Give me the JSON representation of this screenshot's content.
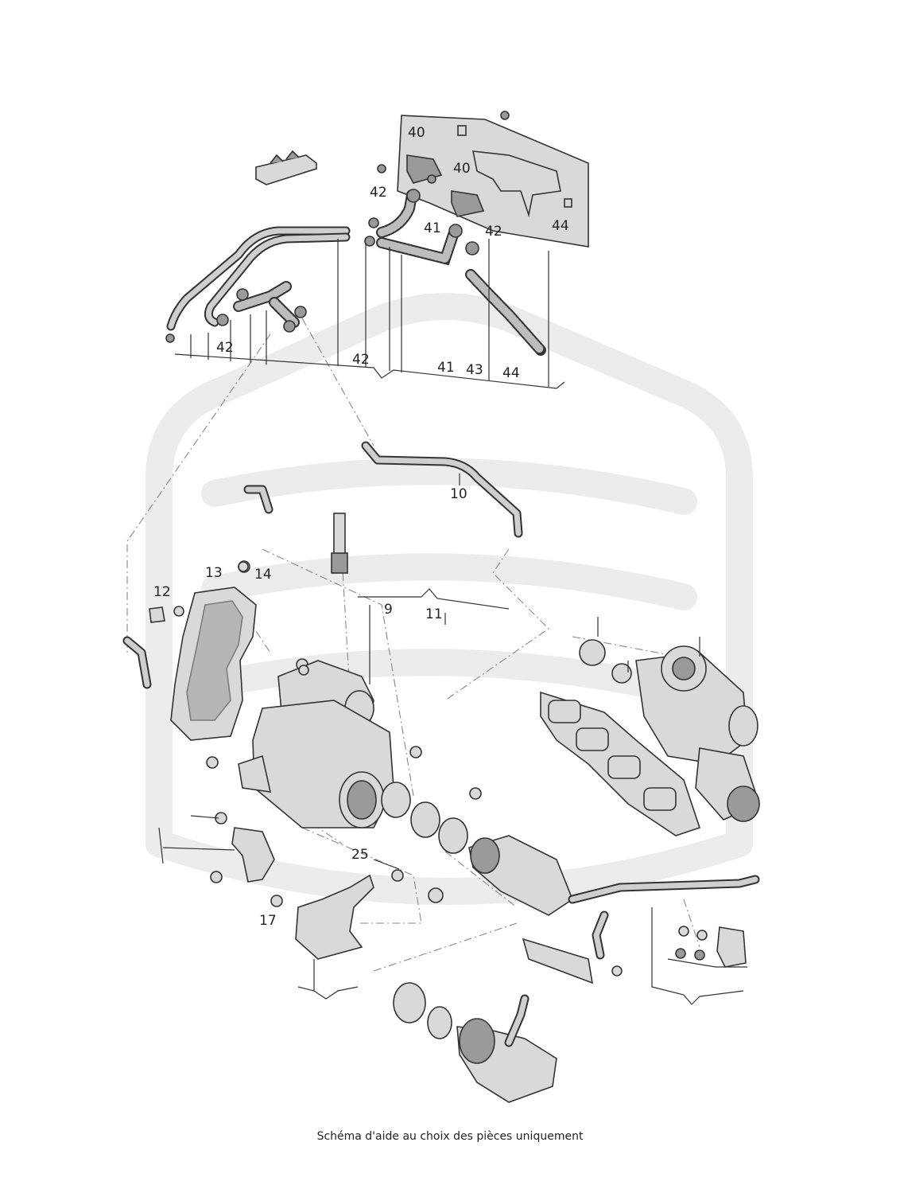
{
  "caption": "Schéma d'aide au choix des pièces uniquement",
  "labels": [
    {
      "id": "40a",
      "text": "40"
    },
    {
      "id": "40b",
      "text": "40"
    },
    {
      "id": "42a",
      "text": "42"
    },
    {
      "id": "41a",
      "text": "41"
    },
    {
      "id": "42b",
      "text": "42"
    },
    {
      "id": "44a",
      "text": "44"
    },
    {
      "id": "42c",
      "text": "42"
    },
    {
      "id": "42d",
      "text": "42"
    },
    {
      "id": "41b",
      "text": "41"
    },
    {
      "id": "43",
      "text": "43"
    },
    {
      "id": "44b",
      "text": "44"
    },
    {
      "id": "10",
      "text": "10"
    },
    {
      "id": "13",
      "text": "13"
    },
    {
      "id": "14",
      "text": "14"
    },
    {
      "id": "12",
      "text": "12"
    },
    {
      "id": "9",
      "text": "9"
    },
    {
      "id": "11",
      "text": "11"
    },
    {
      "id": "25",
      "text": "25"
    },
    {
      "id": "17",
      "text": "17"
    }
  ]
}
